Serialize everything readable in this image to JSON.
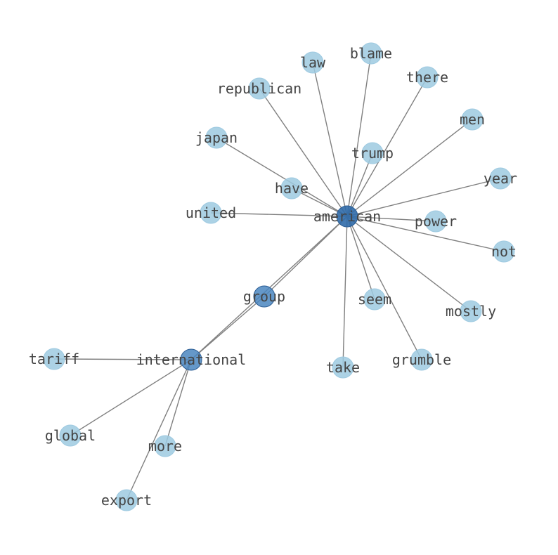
{
  "colors": {
    "leaf_node": "#9ecae1",
    "hub_node": "#4a86c0",
    "central_node": "#2f6aa8",
    "edge": "#808080",
    "label": "#444444"
  },
  "nodes": [
    {
      "id": "american",
      "label": "american",
      "kind": "central"
    },
    {
      "id": "international",
      "label": "international",
      "kind": "hub"
    },
    {
      "id": "group",
      "label": "group",
      "kind": "hub"
    },
    {
      "id": "law",
      "label": "law",
      "kind": "leaf"
    },
    {
      "id": "blame",
      "label": "blame",
      "kind": "leaf"
    },
    {
      "id": "there",
      "label": "there",
      "kind": "leaf"
    },
    {
      "id": "republican",
      "label": "republican",
      "kind": "leaf"
    },
    {
      "id": "men",
      "label": "men",
      "kind": "leaf"
    },
    {
      "id": "japan",
      "label": "japan",
      "kind": "leaf"
    },
    {
      "id": "trump",
      "label": "trump",
      "kind": "leaf"
    },
    {
      "id": "year",
      "label": "year",
      "kind": "leaf"
    },
    {
      "id": "have",
      "label": "have",
      "kind": "leaf"
    },
    {
      "id": "united",
      "label": "united",
      "kind": "leaf"
    },
    {
      "id": "power",
      "label": "power",
      "kind": "leaf"
    },
    {
      "id": "not",
      "label": "not",
      "kind": "leaf"
    },
    {
      "id": "seem",
      "label": "seem",
      "kind": "leaf"
    },
    {
      "id": "mostly",
      "label": "mostly",
      "kind": "leaf"
    },
    {
      "id": "tariff",
      "label": "tariff",
      "kind": "leaf"
    },
    {
      "id": "take",
      "label": "take",
      "kind": "leaf"
    },
    {
      "id": "grumble",
      "label": "grumble",
      "kind": "leaf"
    },
    {
      "id": "global",
      "label": "global",
      "kind": "leaf"
    },
    {
      "id": "more",
      "label": "more",
      "kind": "leaf"
    },
    {
      "id": "export",
      "label": "export",
      "kind": "leaf"
    }
  ],
  "edges": [
    [
      "american",
      "law"
    ],
    [
      "american",
      "blame"
    ],
    [
      "american",
      "there"
    ],
    [
      "american",
      "republican"
    ],
    [
      "american",
      "men"
    ],
    [
      "american",
      "japan"
    ],
    [
      "american",
      "trump"
    ],
    [
      "american",
      "year"
    ],
    [
      "american",
      "have"
    ],
    [
      "american",
      "united"
    ],
    [
      "american",
      "power"
    ],
    [
      "american",
      "not"
    ],
    [
      "american",
      "seem"
    ],
    [
      "american",
      "mostly"
    ],
    [
      "american",
      "grumble"
    ],
    [
      "american",
      "take"
    ],
    [
      "american",
      "group"
    ],
    [
      "american",
      "international"
    ],
    [
      "international",
      "group"
    ],
    [
      "international",
      "tariff"
    ],
    [
      "international",
      "global"
    ],
    [
      "international",
      "more"
    ],
    [
      "international",
      "export"
    ]
  ]
}
